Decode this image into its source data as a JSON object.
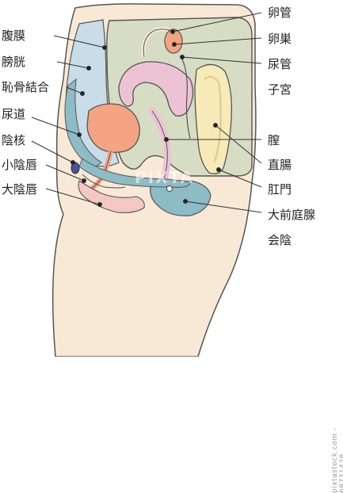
{
  "labels": {
    "left": [
      "腹膜",
      "膀胱",
      "恥骨結合",
      "尿道",
      "陰核",
      "小陰唇",
      "大陰唇"
    ],
    "right": [
      "卵管",
      "卵巣",
      "尿管",
      "子宮",
      "膣",
      "直腸",
      "肛門",
      "大前庭腺",
      "会陰"
    ]
  },
  "watermark": {
    "side_text": "pixtastock.com - 68731428",
    "center_text": "PIXTA"
  },
  "colors": {
    "skin": "#f8e8d6",
    "outline": "#555555",
    "peritoneum": "#d6ddc4",
    "bladder_space": "#c9dde9",
    "bladder": "#f4a482",
    "uterus": "#ecc2d4",
    "rectum": "#f7e9b8",
    "anal_region": "#8ebcc6",
    "clitoris": "#4d4fa0",
    "labia": "#f3c7c3"
  }
}
